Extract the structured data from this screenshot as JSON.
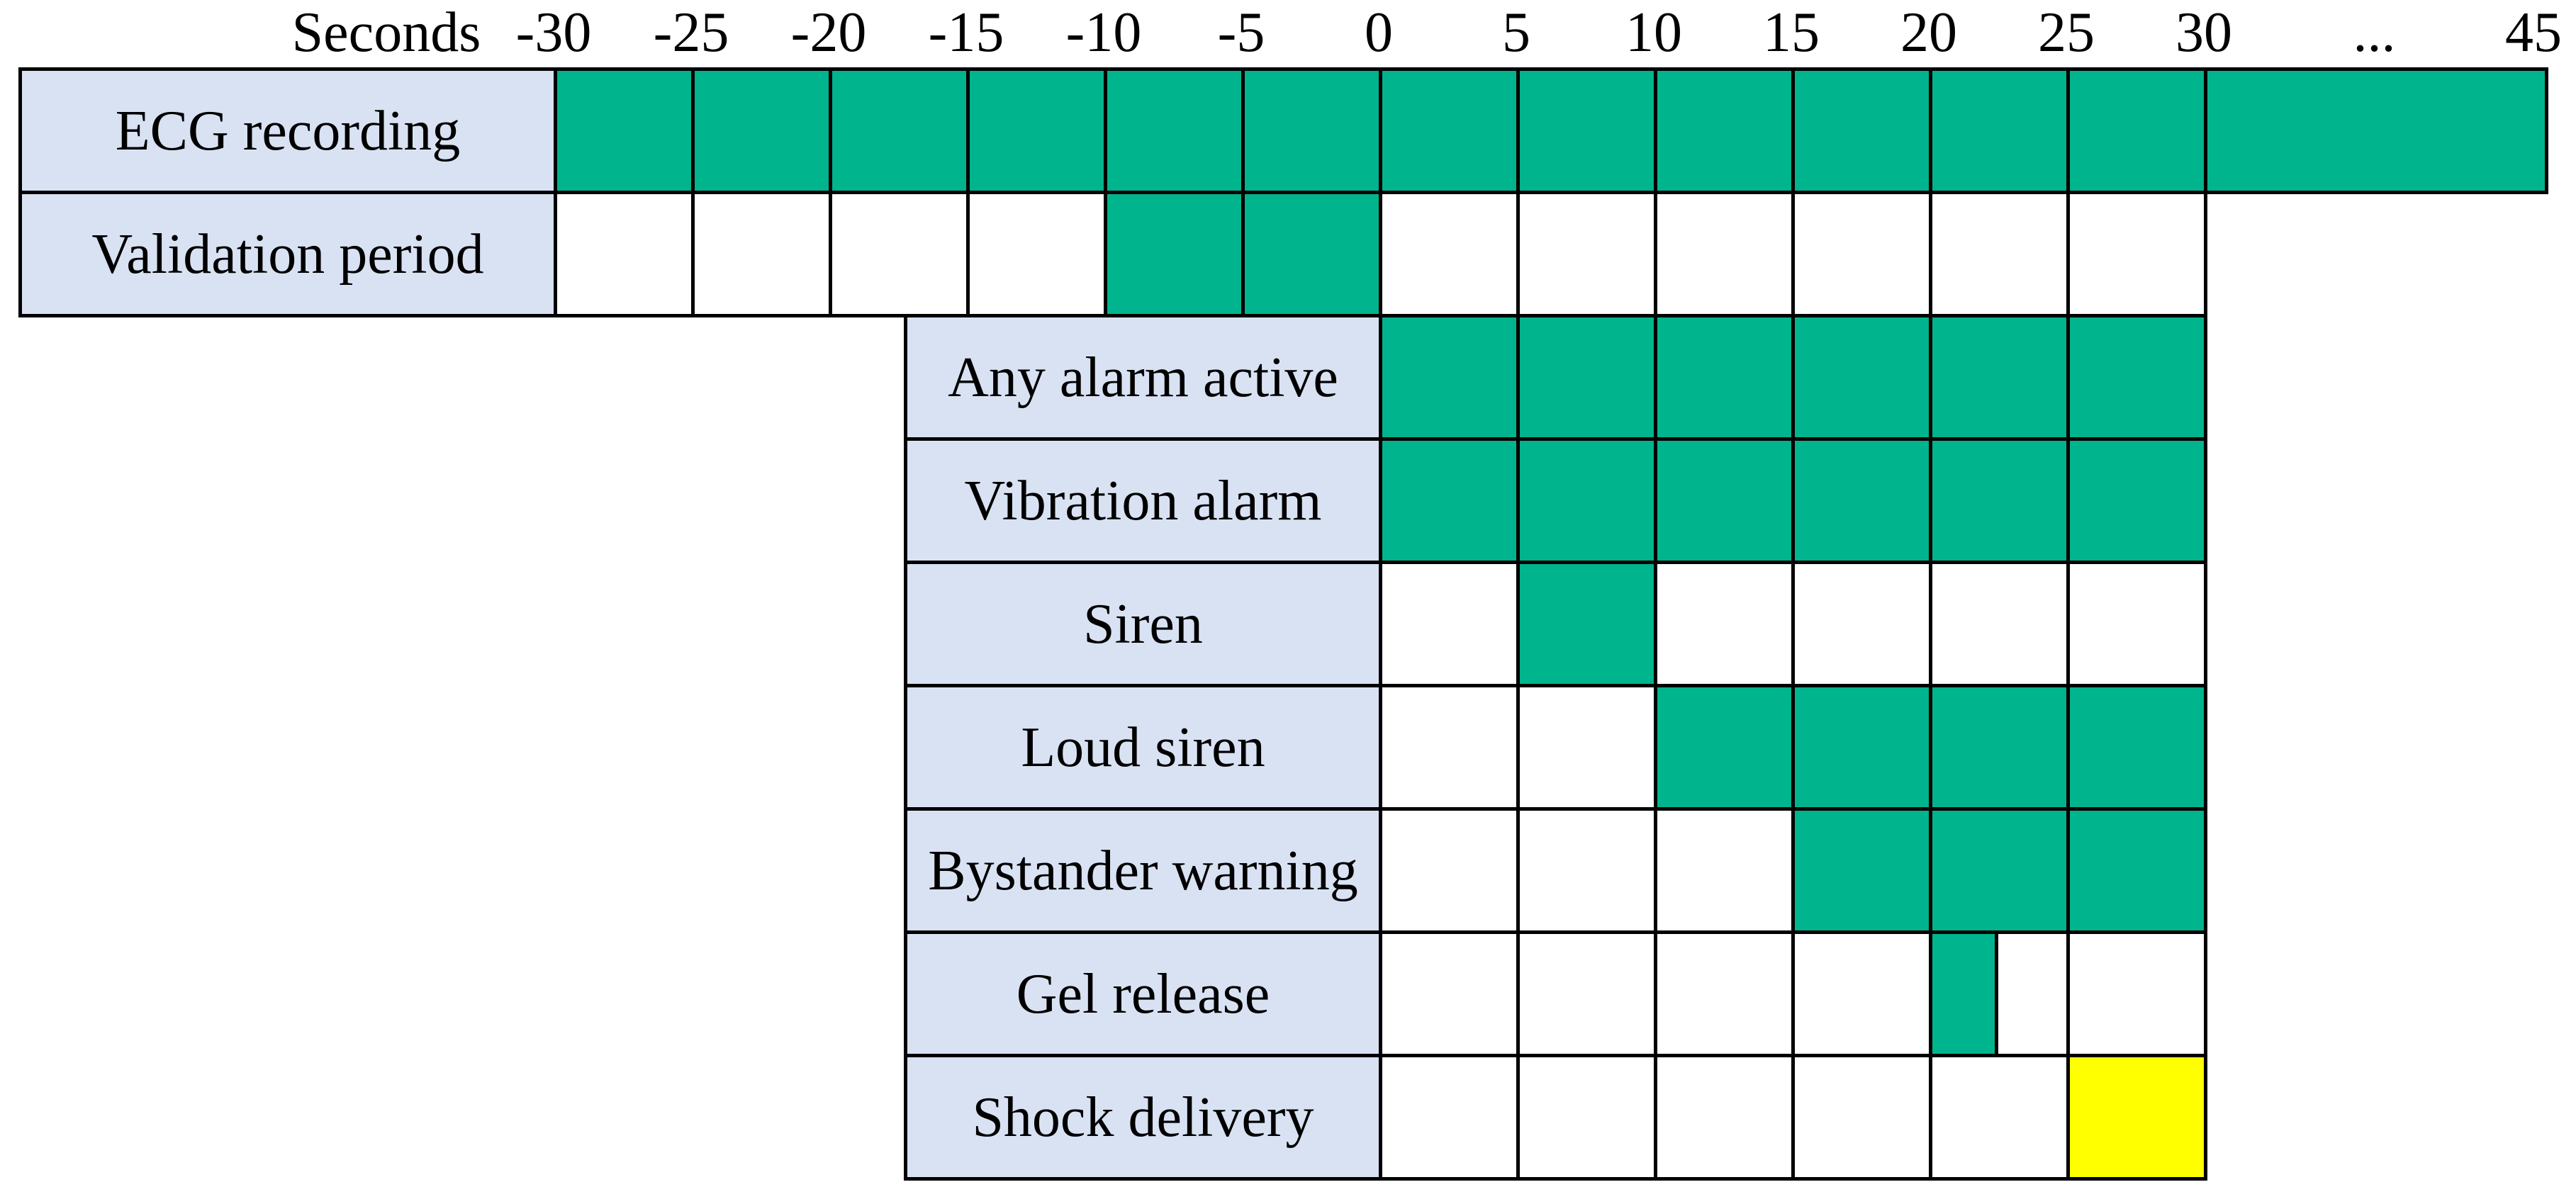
{
  "figure": {
    "axis_title": "Seconds",
    "colors": {
      "active_green": "#00b48e",
      "shock_yellow": "#ffff00",
      "label_fill": "#d9e2f3",
      "inactive_fill": "#ffffff",
      "grid_line": "#000000",
      "text": "#000000"
    }
  },
  "axis_ticks": [
    {
      "t": -30,
      "label": "-30"
    },
    {
      "t": -25,
      "label": "-25"
    },
    {
      "t": -20,
      "label": "-20"
    },
    {
      "t": -15,
      "label": "-15"
    },
    {
      "t": -10,
      "label": "-10"
    },
    {
      "t": -5,
      "label": "-5"
    },
    {
      "t": 0,
      "label": "0"
    },
    {
      "t": 5,
      "label": "5"
    },
    {
      "t": 10,
      "label": "10"
    },
    {
      "t": 15,
      "label": "15"
    },
    {
      "t": 20,
      "label": "20"
    },
    {
      "t": 25,
      "label": "25"
    },
    {
      "t": 30,
      "label": "30"
    },
    {
      "t": 37.5,
      "label": "..."
    },
    {
      "t": 45,
      "label": "45"
    }
  ],
  "chart_data": {
    "type": "gantt",
    "title": "",
    "xlabel": "Seconds",
    "x_unit": "seconds",
    "x_range": [
      -30,
      45
    ],
    "tick_step": 5,
    "compressed_segment": [
      30,
      45
    ],
    "grid": true,
    "rows": [
      {
        "slug": "ecg-recording",
        "label": "ECG recording",
        "label_column": "outer",
        "row_span": [
          -30,
          45
        ],
        "boundaries": [
          -30,
          -25,
          -20,
          -15,
          -10,
          -5,
          0,
          5,
          10,
          15,
          20,
          25,
          30,
          45
        ],
        "active_intervals": [
          [
            -30,
            45
          ]
        ],
        "active_color": "green"
      },
      {
        "slug": "validation-period",
        "label": "Validation period",
        "label_column": "outer",
        "row_span": [
          -30,
          30
        ],
        "boundaries": [
          -30,
          -25,
          -20,
          -15,
          -10,
          -5,
          0,
          5,
          10,
          15,
          20,
          25,
          30
        ],
        "active_intervals": [
          [
            -10,
            0
          ]
        ],
        "active_color": "green"
      },
      {
        "slug": "any-alarm-active",
        "label": "Any alarm active",
        "label_column": "inner",
        "row_span": [
          0,
          30
        ],
        "boundaries": [
          0,
          5,
          10,
          15,
          20,
          25,
          30
        ],
        "active_intervals": [
          [
            0,
            30
          ]
        ],
        "active_color": "green"
      },
      {
        "slug": "vibration-alarm",
        "label": "Vibration alarm",
        "label_column": "inner",
        "row_span": [
          0,
          30
        ],
        "boundaries": [
          0,
          5,
          10,
          15,
          20,
          25,
          30
        ],
        "active_intervals": [
          [
            0,
            30
          ]
        ],
        "active_color": "green"
      },
      {
        "slug": "siren",
        "label": "Siren",
        "label_column": "inner",
        "row_span": [
          0,
          30
        ],
        "boundaries": [
          0,
          5,
          10,
          15,
          20,
          25,
          30
        ],
        "active_intervals": [
          [
            5,
            10
          ]
        ],
        "active_color": "green"
      },
      {
        "slug": "loud-siren",
        "label": "Loud siren",
        "label_column": "inner",
        "row_span": [
          0,
          30
        ],
        "boundaries": [
          0,
          5,
          10,
          15,
          20,
          25,
          30
        ],
        "active_intervals": [
          [
            10,
            30
          ]
        ],
        "active_color": "green"
      },
      {
        "slug": "bystander-warning",
        "label": "Bystander warning",
        "label_column": "inner",
        "row_span": [
          0,
          30
        ],
        "boundaries": [
          0,
          5,
          10,
          15,
          20,
          25,
          30
        ],
        "active_intervals": [
          [
            15,
            30
          ]
        ],
        "active_color": "green"
      },
      {
        "slug": "gel-release",
        "label": "Gel release",
        "label_column": "inner",
        "row_span": [
          0,
          30
        ],
        "boundaries": [
          0,
          5,
          10,
          15,
          20,
          22.4,
          25,
          30
        ],
        "active_intervals": [
          [
            20,
            22.4
          ]
        ],
        "active_color": "green"
      },
      {
        "slug": "shock-delivery",
        "label": "Shock delivery",
        "label_column": "inner",
        "row_span": [
          0,
          30
        ],
        "boundaries": [
          0,
          5,
          10,
          15,
          20,
          25,
          30
        ],
        "active_intervals": [
          [
            25,
            30
          ]
        ],
        "active_color": "yellow"
      }
    ]
  }
}
